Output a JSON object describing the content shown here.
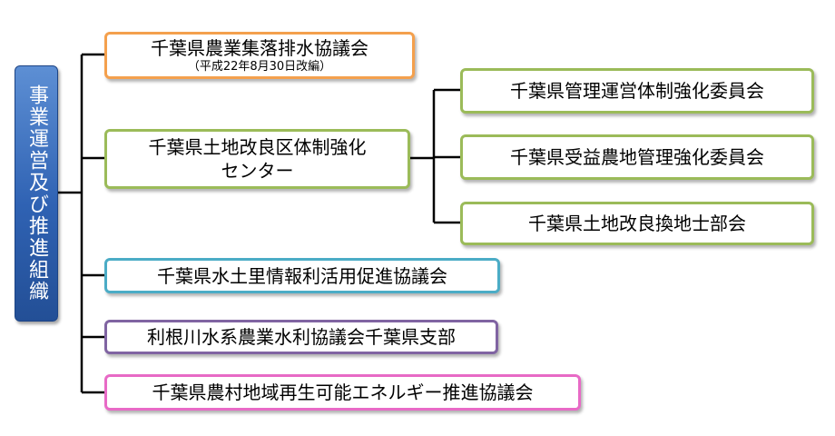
{
  "root": {
    "label": "事業運営及び推進組織"
  },
  "nodes": {
    "drainage_council": {
      "title": "千葉県農業集落排水協議会",
      "note": "（平成22年8月30日改編）",
      "color": "#f4a04d"
    },
    "land_improvement_center": {
      "title_line1": "千葉県土地改良区体制強化",
      "title_line2": "センター",
      "color": "#9bbb59"
    },
    "water_info_council": {
      "title": "千葉県水土里情報利活用促進協議会",
      "color": "#4bacc6"
    },
    "tone_river_council": {
      "title": "利根川水系農業水利協議会千葉県支部",
      "color": "#8064a2"
    },
    "renewable_energy_council": {
      "title": "千葉県農村地域再生可能エネルギー推進協議会",
      "color": "#e86ac6"
    }
  },
  "subnodes": [
    {
      "title": "千葉県管理運営体制強化委員会"
    },
    {
      "title": "千葉県受益農地管理強化委員会"
    },
    {
      "title": "千葉県土地改良換地士部会"
    }
  ],
  "colors": {
    "root_fill": "#2f62b3",
    "connector": "#000000"
  }
}
